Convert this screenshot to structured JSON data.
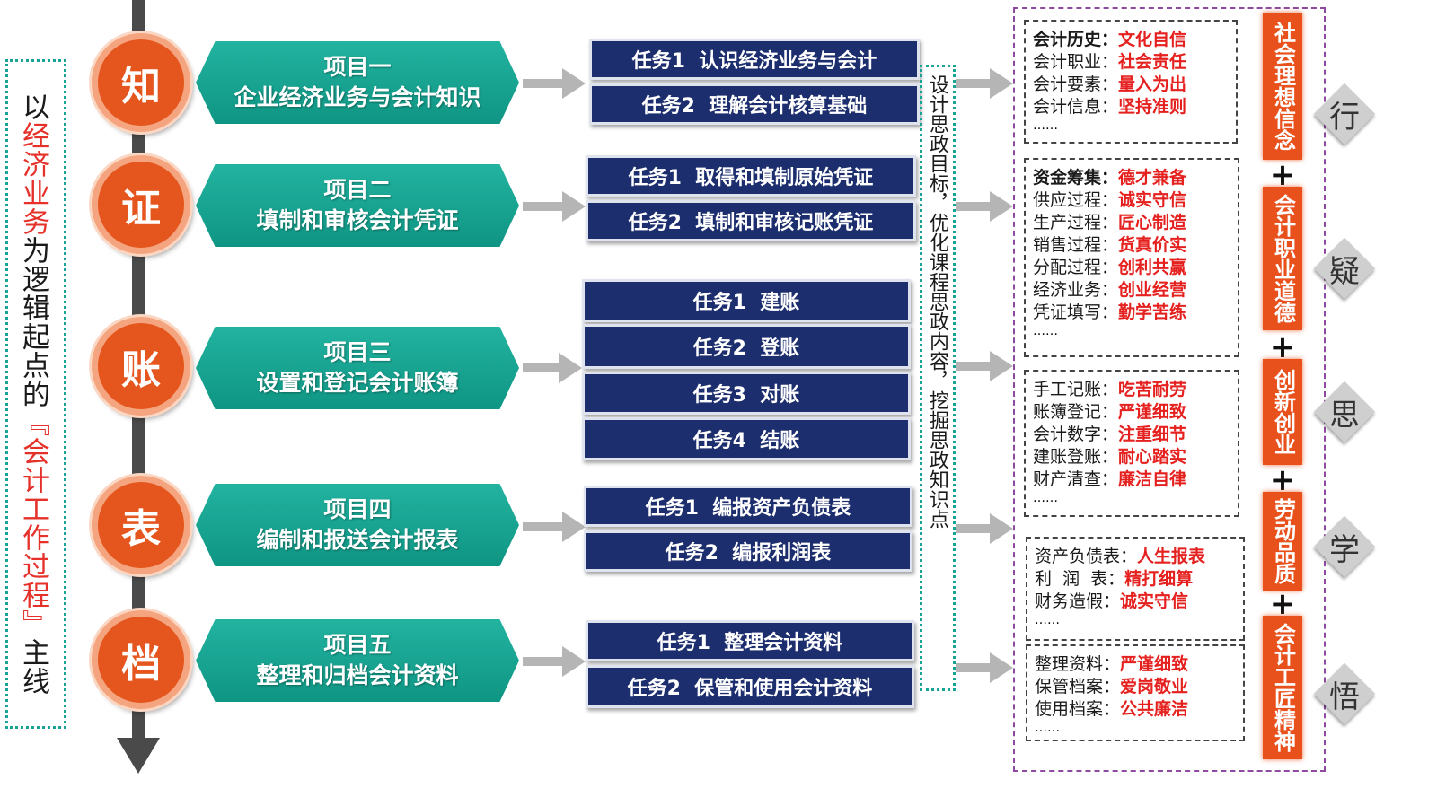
{
  "left_title": {
    "part1": "以",
    "part2": "经济业务",
    "part3": "为逻辑起点的",
    "part4": "『会计工作过程』",
    "part5": "主线"
  },
  "stages": [
    {
      "circle": "知",
      "project_line1": "项目一",
      "project_line2": "企业经济业务与会计知识",
      "tasks": [
        "任务1  认识经济业务与会计",
        "任务2  理解会计核算基础"
      ]
    },
    {
      "circle": "证",
      "project_line1": "项目二",
      "project_line2": "填制和审核会计凭证",
      "tasks": [
        "任务1  取得和填制原始凭证",
        "任务2  填制和审核记账凭证"
      ]
    },
    {
      "circle": "账",
      "project_line1": "项目三",
      "project_line2": "设置和登记会计账簿",
      "tasks": [
        "任务1  建账",
        "任务2  登账",
        "任务3  对账",
        "任务4  结账"
      ]
    },
    {
      "circle": "表",
      "project_line1": "项目四",
      "project_line2": "编制和报送会计报表",
      "tasks": [
        "任务1  编报资产负债表",
        "任务2  编报利润表"
      ]
    },
    {
      "circle": "档",
      "project_line1": "项目五",
      "project_line2": "整理和归档会计资料",
      "tasks": [
        "任务1  整理会计资料",
        "任务2  保管和使用会计资料"
      ]
    }
  ],
  "middle_text": "设计思政目标，优化课程思政内容，挖掘思政知识点",
  "value_groups": [
    {
      "rows": [
        {
          "k": "会计历史：",
          "v": "文化自信"
        },
        {
          "k": "会计职业：",
          "v": "社会责任"
        },
        {
          "k": "会计要素：",
          "v": "量入为出"
        },
        {
          "k": "会计信息：",
          "v": "坚持准则"
        }
      ],
      "ellipsis": "……"
    },
    {
      "rows": [
        {
          "k": "资金筹集：",
          "v": "德才兼备",
          "bold_key": true
        },
        {
          "k": "供应过程：",
          "v": "诚实守信"
        },
        {
          "k": "生产过程：",
          "v": "匠心制造"
        },
        {
          "k": "销售过程：",
          "v": "货真价实"
        },
        {
          "k": "分配过程：",
          "v": "创利共赢"
        },
        {
          "k": "经济业务：",
          "v": "创业经营"
        },
        {
          "k": "凭证填写：",
          "v": "勤学苦练"
        }
      ],
      "ellipsis": "……"
    },
    {
      "rows": [
        {
          "k": "手工记账：",
          "v": "吃苦耐劳"
        },
        {
          "k": "账簿登记：",
          "v": "严谨细致"
        },
        {
          "k": "会计数字：",
          "v": "注重细节"
        },
        {
          "k": "建账登账：",
          "v": "耐心踏实"
        },
        {
          "k": "财产清查：",
          "v": "廉洁自律"
        }
      ],
      "ellipsis": "……"
    },
    {
      "rows": [
        {
          "k": "资产负债表：",
          "v": "人生报表"
        },
        {
          "k": "利  润  表：",
          "v": "精打细算"
        },
        {
          "k": "财务造假：",
          "v": "诚实守信"
        }
      ],
      "ellipsis": "……"
    },
    {
      "rows": [
        {
          "k": "整理资料：",
          "v": "严谨细致"
        },
        {
          "k": "保管档案：",
          "v": "爱岗敬业"
        },
        {
          "k": "使用档案：",
          "v": "公共廉洁"
        }
      ],
      "ellipsis": "……"
    }
  ],
  "bars": [
    "社会理想信念",
    "会计职业道德",
    "创新创业",
    "劳动品质",
    "会计工匠精神"
  ],
  "plus": "+",
  "diamonds": [
    "行",
    "疑",
    "思",
    "学",
    "悟"
  ],
  "colors": {
    "teal": "#18a394",
    "orange": "#e5561e",
    "navy": "#1c2e6e",
    "red": "#e5211f",
    "purple": "#8e4aa0"
  }
}
